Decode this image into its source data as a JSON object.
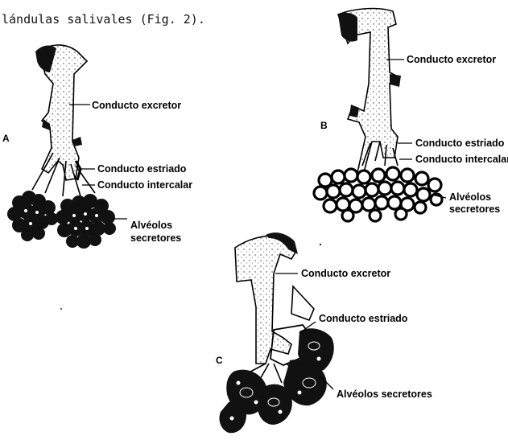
{
  "caption": "lándulas salivales (Fig. 2).",
  "panels": [
    {
      "letter": "A",
      "labels": {
        "excretor": "Conducto excretor",
        "estriado": "Conducto estriado",
        "intercalar": "Conducto intercalar",
        "alveolos_l1": "Alvéolos",
        "alveolos_l2": "secretores"
      }
    },
    {
      "letter": "B",
      "labels": {
        "excretor": "Conducto excretor",
        "estriado": "Conducto estriado",
        "intercalar": "Conducto intercalar",
        "alveolos_l1": "Alvéolos",
        "alveolos_l2": "secretores"
      }
    },
    {
      "letter": "C",
      "labels": {
        "excretor": "Conducto excretor",
        "estriado": "Conducto estriado",
        "alveolos": "Alvéolos secretores"
      }
    }
  ]
}
